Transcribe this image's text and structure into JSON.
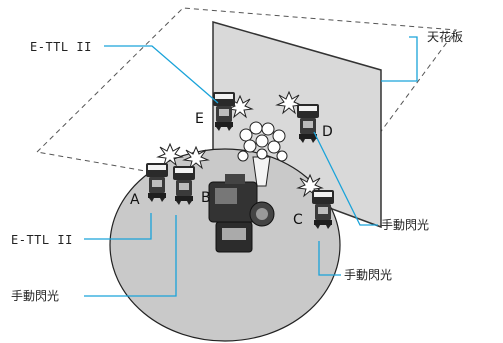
{
  "labels": {
    "ceiling": "天花板",
    "ettl_top": "E-TTL II",
    "ettl_left": "E-TTL II",
    "manual_left": "手動閃光",
    "manual_right_d": "手動閃光",
    "manual_right_c": "手動閃光"
  },
  "units": {
    "a": "A",
    "b": "B",
    "c": "C",
    "d": "D",
    "e": "E"
  },
  "colors": {
    "leader": "#1aa3d9",
    "disc": "#c9c9c9",
    "panel": "#d9d9d9"
  }
}
